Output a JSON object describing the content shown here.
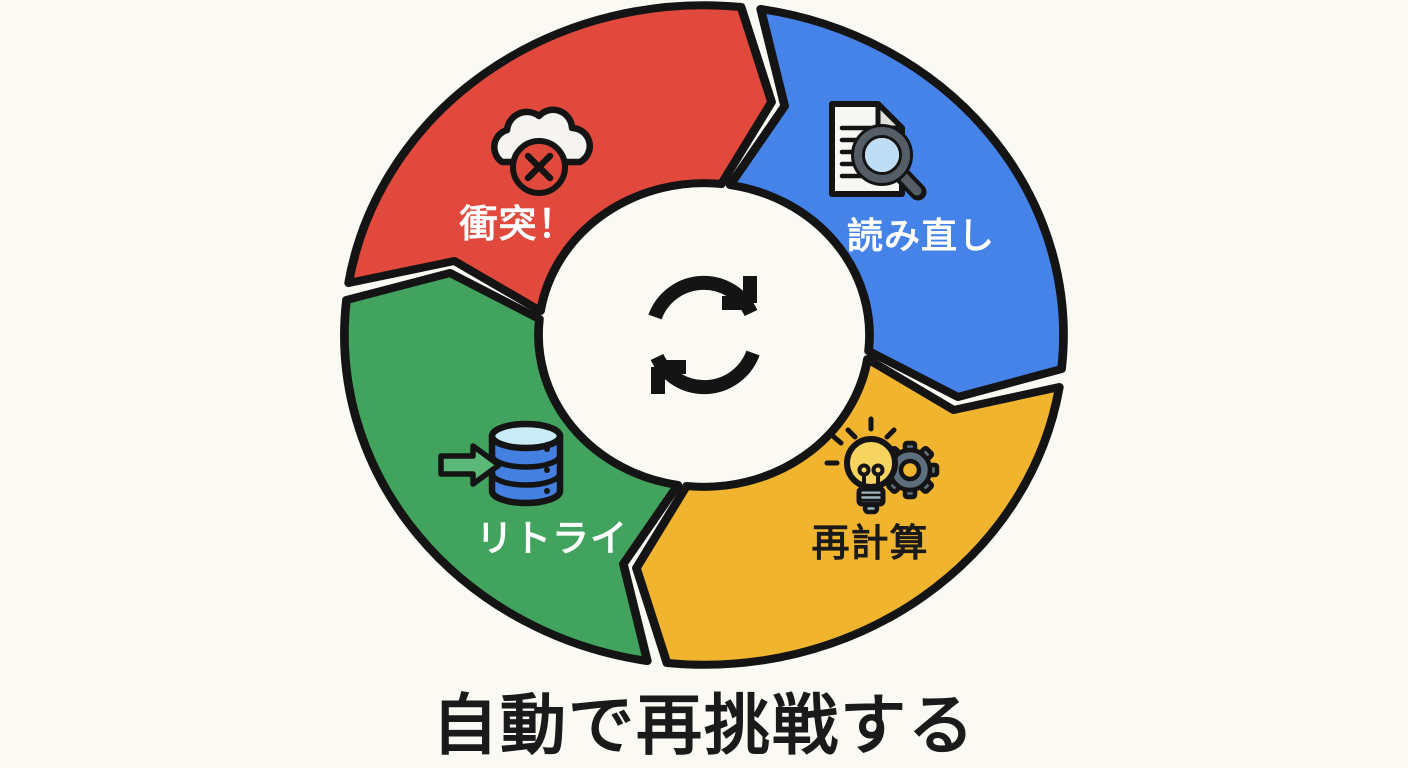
{
  "page": {
    "background_color": "#FAF9F4"
  },
  "title": {
    "text": "自動で再挑戦する",
    "color": "#1A1A1A"
  },
  "center_icon": {
    "name": "refresh-cycle-icon",
    "color": "#141414"
  },
  "outline_color": "#141414",
  "segments": [
    {
      "id": "conflict",
      "position": "top-left",
      "label": "衝突！",
      "color": "#E2493D",
      "label_color": "#FFFFFF",
      "icon": "cloud-error-icon"
    },
    {
      "id": "reread",
      "position": "top-right",
      "label": "読み直し",
      "color": "#4683E8",
      "label_color": "#FFFFFF",
      "icon": "document-search-icon"
    },
    {
      "id": "recalculate",
      "position": "bottom-right",
      "label": "再計算",
      "color": "#F1B42E",
      "label_color": "#1A1A1A",
      "icon": "lightbulb-gear-icon"
    },
    {
      "id": "retry",
      "position": "bottom-left",
      "label": "リトライ",
      "color": "#41A35E",
      "label_color": "#FFFFFF",
      "icon": "database-arrow-icon"
    }
  ],
  "flow": {
    "type": "cycle",
    "direction": "clockwise",
    "order": [
      "conflict",
      "reread",
      "recalculate",
      "retry"
    ]
  }
}
